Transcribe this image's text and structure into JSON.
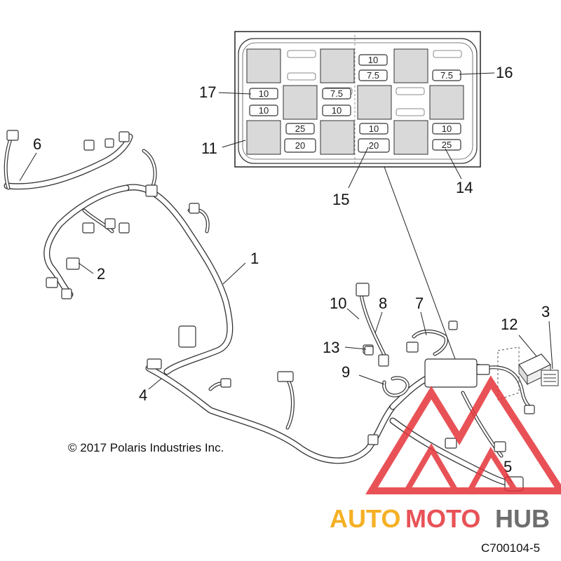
{
  "callouts": {
    "c1": "1",
    "c2": "2",
    "c3": "3",
    "c4": "4",
    "c5": "5",
    "c6": "6",
    "c7": "7",
    "c8": "8",
    "c9": "9",
    "c10": "10",
    "c11": "11",
    "c12": "12",
    "c13": "13",
    "c14": "14",
    "c15": "15",
    "c16": "16",
    "c17": "17"
  },
  "fuses": {
    "f1": "10",
    "f2": "7.5",
    "f3": "7.5",
    "f4": "10",
    "f5": "10",
    "f6": "7.5",
    "f7": "10",
    "f8": "25",
    "f9": "10",
    "f10": "10",
    "f11": "20",
    "f12": "20",
    "f13": "25"
  },
  "copyright": "© 2017 Polaris Industries Inc.",
  "figure_id": "C700104-5",
  "watermark": {
    "part1": "AUTO",
    "part2": "MOTO",
    "part3": "HUB"
  },
  "colors": {
    "watermark_red": "#e5343a",
    "watermark_orange": "#f4a300",
    "watermark_gray": "#555555"
  }
}
